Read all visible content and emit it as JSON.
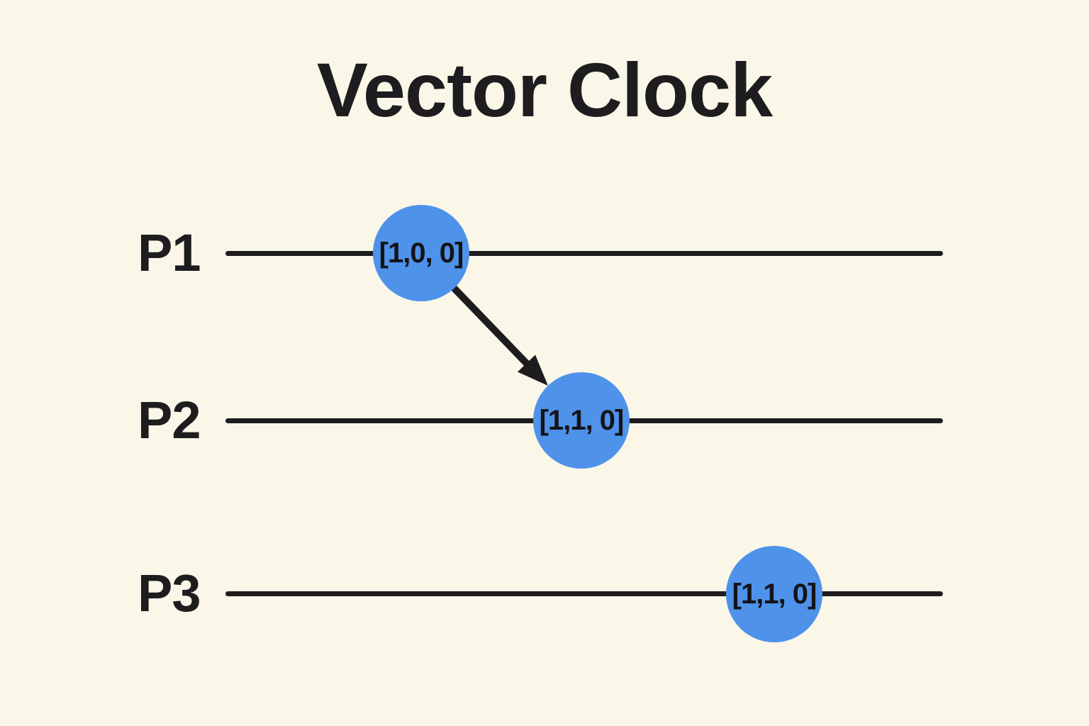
{
  "title": "Vector Clock",
  "colors": {
    "background": "#FAF6E8",
    "ink": "#1D1D1F",
    "event_fill": "#4E92EA",
    "event_text": "#141416"
  },
  "processes": [
    {
      "label": "P1",
      "event": {
        "clock": "[1,0, 0]"
      }
    },
    {
      "label": "P2",
      "event": {
        "clock": "[1,1, 0]"
      }
    },
    {
      "label": "P3",
      "event": {
        "clock": "[1,1, 0]"
      }
    }
  ],
  "message_arrow": {
    "from_process": "P1",
    "to_process": "P2"
  }
}
